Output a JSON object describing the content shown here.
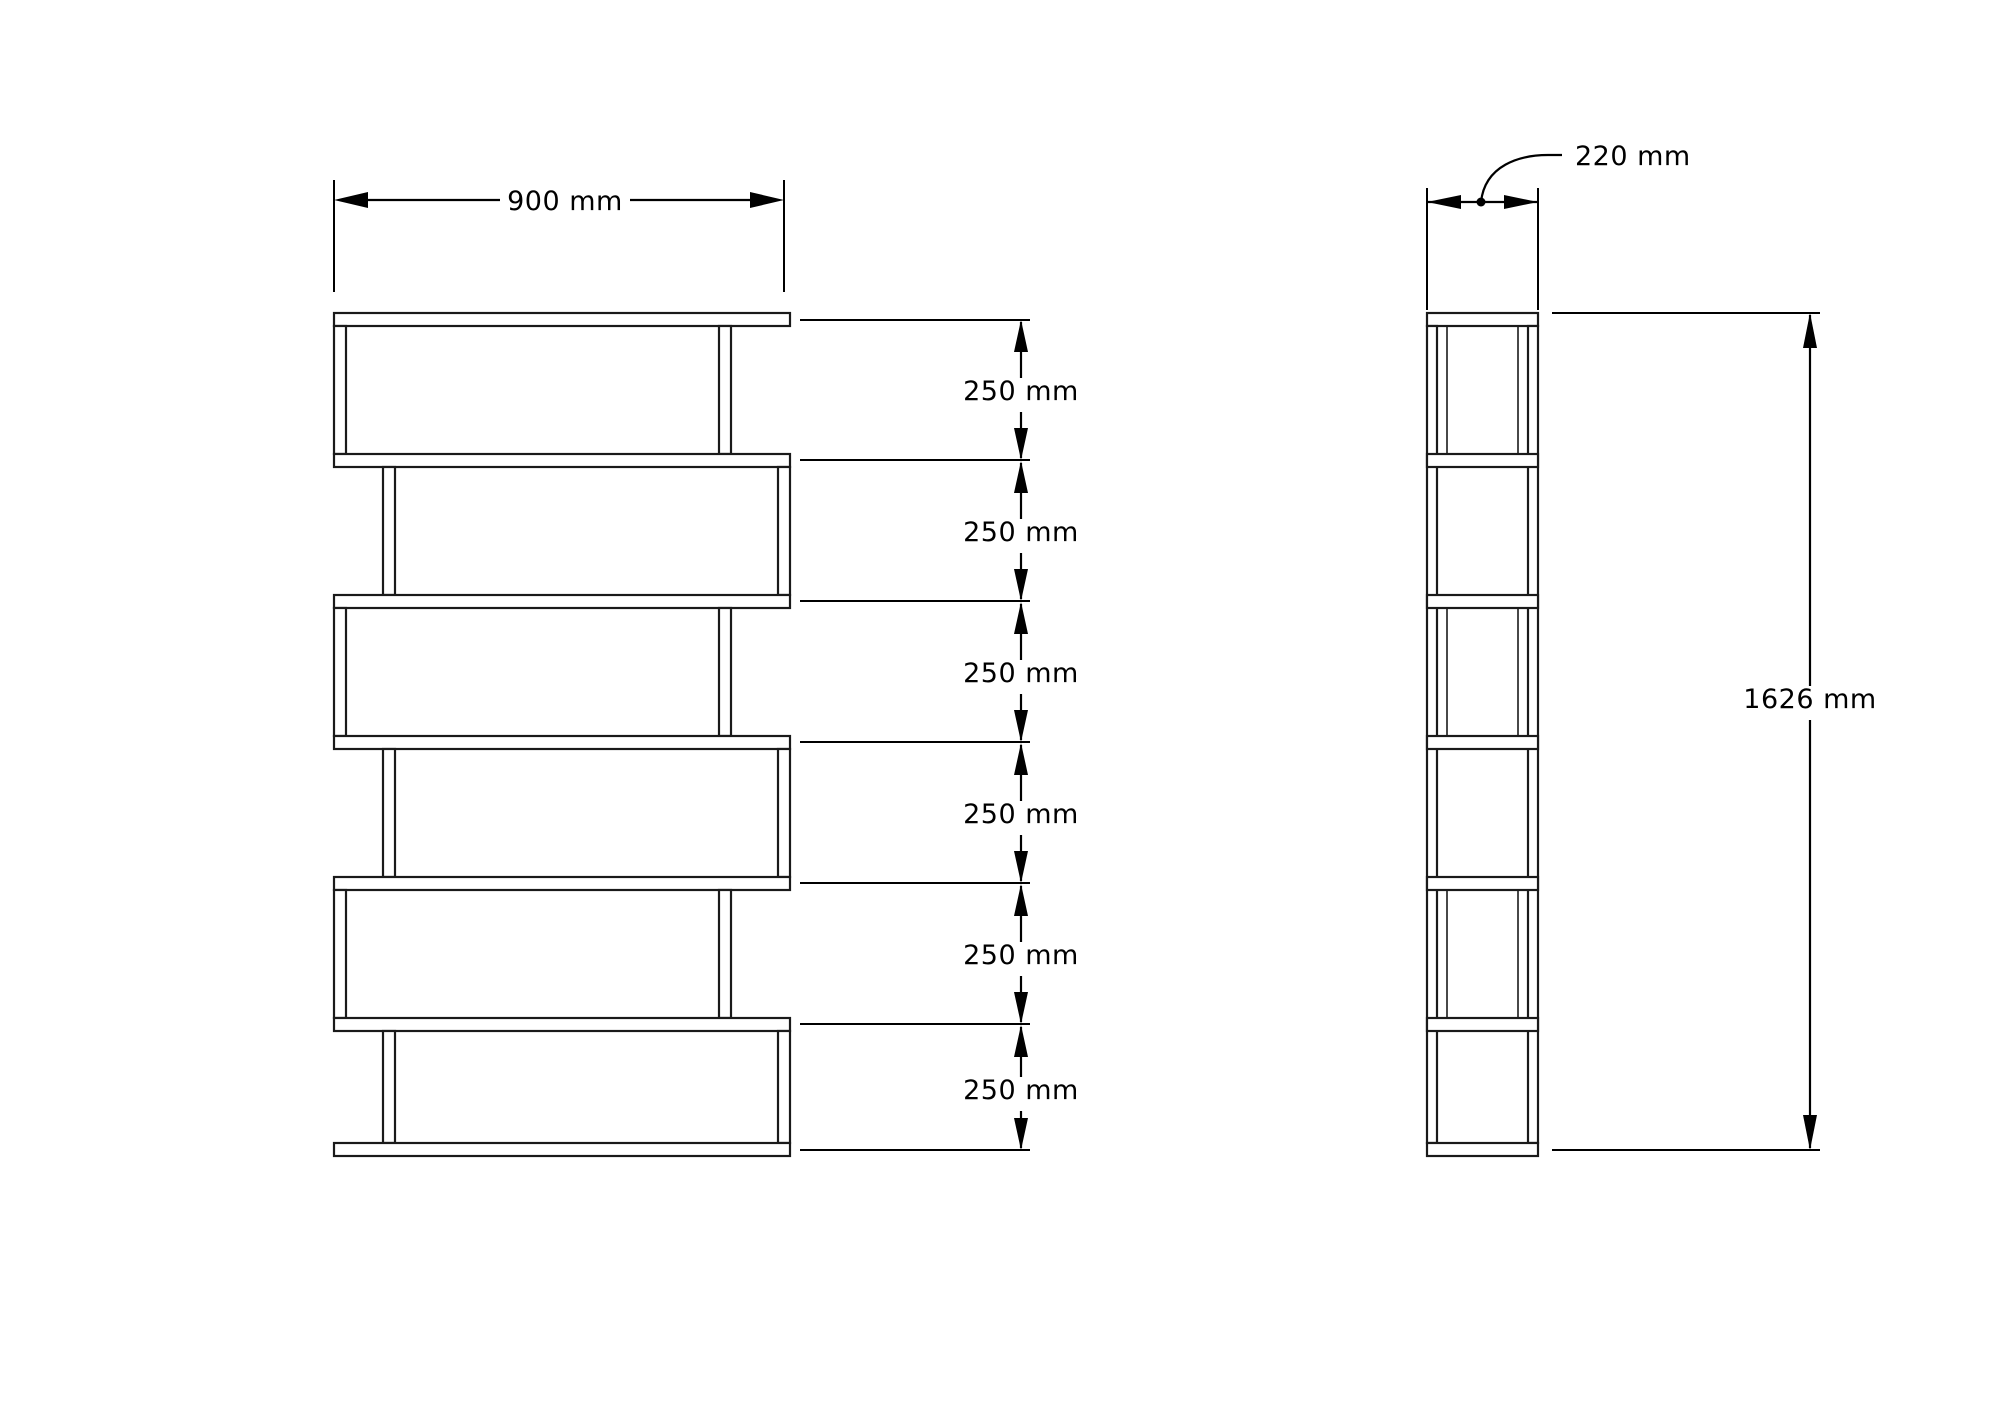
{
  "drawing": {
    "title": "Bookcase / Shelving Unit Technical Drawing",
    "background_color": "#ffffff",
    "line_color": "#1a1a1a",
    "text_color": "#000000",
    "units": "mm"
  },
  "front_view": {
    "name": "front-elevation",
    "width_dimension": {
      "label": "900 mm",
      "value": 900,
      "unit": "mm",
      "orientation": "horizontal",
      "position": "above"
    },
    "shelf_count": 6,
    "shelf_gap_labels": [
      "250 mm",
      "250 mm",
      "250 mm",
      "250 mm",
      "250 mm",
      "250 mm"
    ],
    "shelf_gap_values": [
      250,
      250,
      250,
      250,
      250,
      250
    ]
  },
  "side_view": {
    "name": "side-elevation",
    "depth_dimension": {
      "label": "220 mm",
      "value": 220,
      "unit": "mm",
      "orientation": "horizontal",
      "leader": "curved"
    },
    "height_dimension": {
      "label": "1626 mm",
      "value": 1626,
      "unit": "mm",
      "orientation": "vertical",
      "position": "right"
    },
    "compartment_count": 6
  },
  "dimensions": {
    "width": "900 mm",
    "depth": "220 mm",
    "height": "1626 mm",
    "shelf_spacing": "250 mm"
  }
}
